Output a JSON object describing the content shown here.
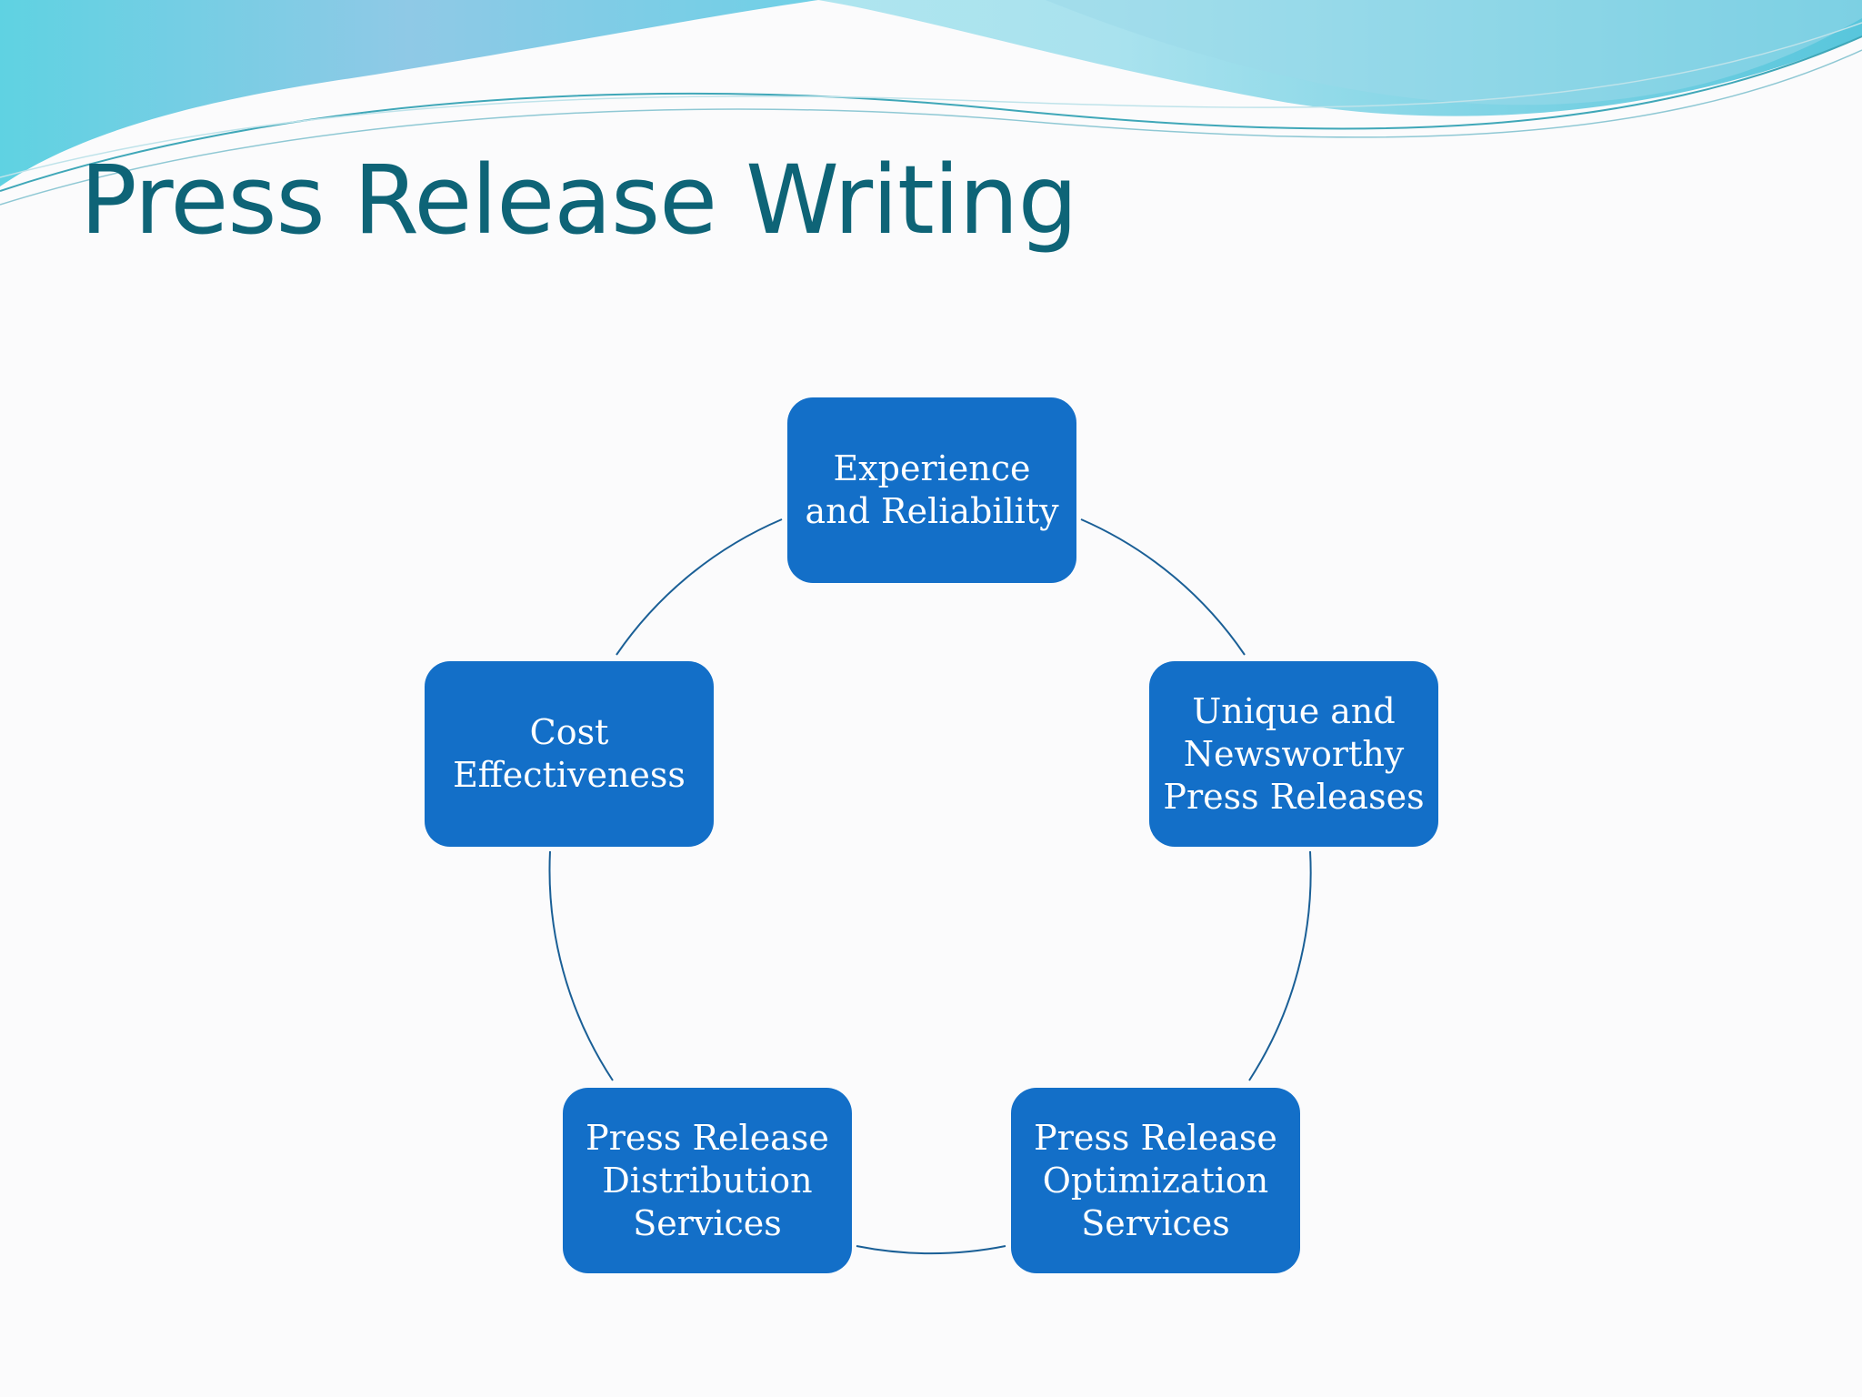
{
  "slide": {
    "title": "Press Release Writing"
  },
  "colors": {
    "title": "#0e6477",
    "node_fill": "#136fc8",
    "node_text": "#ffffff",
    "connector": "#1a5f96",
    "wave_light": "#a8e0ec",
    "wave_dark": "#49c2d8"
  },
  "diagram": {
    "type": "basic-cycle",
    "nodes": [
      {
        "label": "Experience\nand Reliability"
      },
      {
        "label": "Unique and\nNewsworthy\nPress Releases"
      },
      {
        "label": "Press Release\nOptimization\nServices"
      },
      {
        "label": "Press Release\nDistribution\nServices"
      },
      {
        "label": "Cost\nEffectiveness"
      }
    ]
  }
}
